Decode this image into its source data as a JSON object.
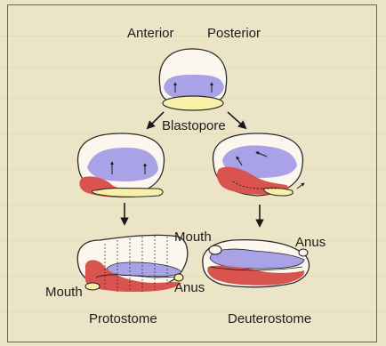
{
  "labels": {
    "anterior": "Anterior",
    "posterior": "Posterior",
    "blastopore": "Blastopore",
    "mouth_proto": "Mouth",
    "anus_proto": "Anus",
    "mouth_deut": "Mouth",
    "anus_deut": "Anus",
    "protostome": "Protostome",
    "deuterostome": "Deuterostome"
  },
  "colors": {
    "background": "#ece4c6",
    "embryo_fill": "#fbf7ee",
    "outline": "#2a2a2a",
    "mesoderm_blue": "#a9a2e6",
    "mesoderm_red": "#d9534f",
    "yolk_yellow": "#f7f0a6"
  }
}
